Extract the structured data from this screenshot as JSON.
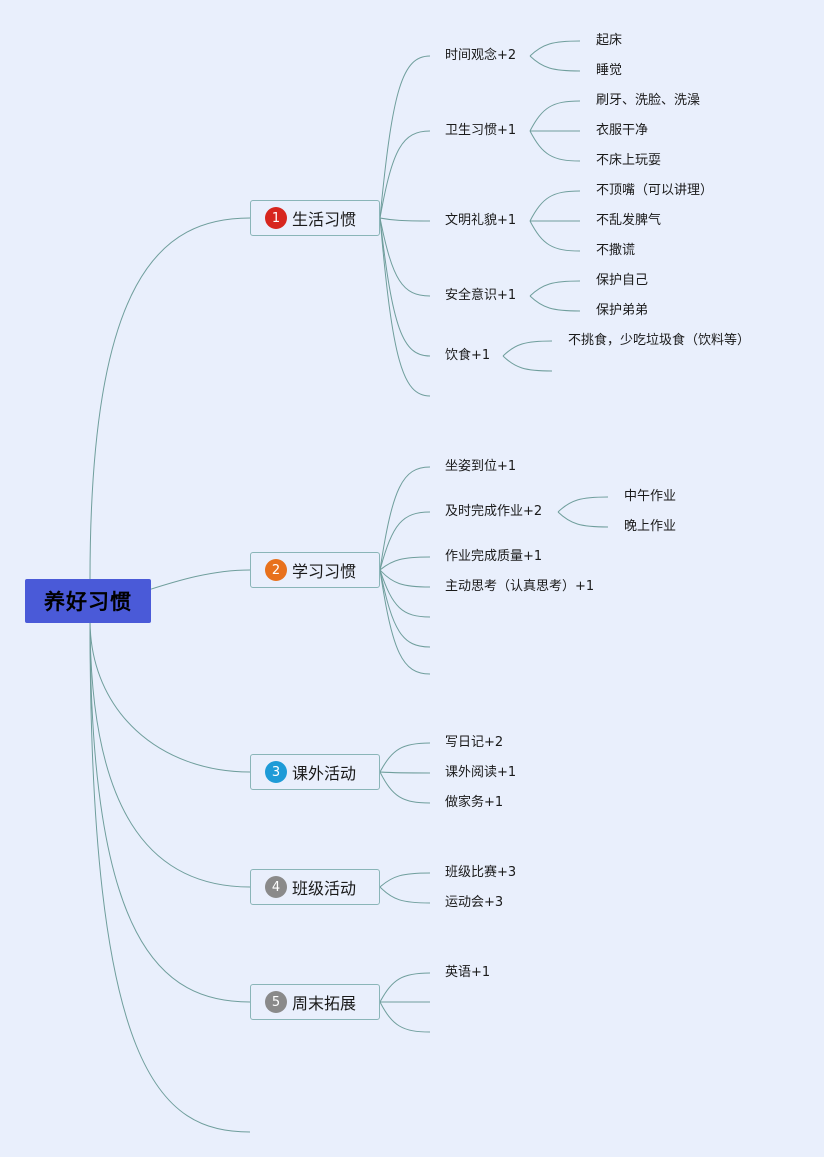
{
  "root": {
    "label": "养好习惯",
    "color": "#4a5ad8"
  },
  "line_color": "#6f9e9c",
  "branches": [
    {
      "number": "1",
      "badge_color": "#d7261e",
      "label": "生活习惯",
      "subs": [
        {
          "label": "时间观念+2",
          "children": [
            "起床",
            "睡觉"
          ]
        },
        {
          "label": "卫生习惯+1",
          "children": [
            "刷牙、洗脸、洗澡",
            "衣服干净",
            "不床上玩耍"
          ]
        },
        {
          "label": "文明礼貌+1",
          "children": [
            "不顶嘴（可以讲理）",
            "不乱发脾气",
            "不撒谎"
          ]
        },
        {
          "label": "安全意识+1",
          "children": [
            "保护自己",
            "保护弟弟"
          ]
        },
        {
          "label": "饮食+1",
          "children": [
            "不挑食，少吃垃圾食（饮料等）",
            ""
          ]
        },
        {
          "label": "",
          "children": []
        }
      ]
    },
    {
      "number": "2",
      "badge_color": "#e8711c",
      "label": "学习习惯",
      "subs": [
        {
          "label": "坐姿到位+1",
          "children": []
        },
        {
          "label": "及时完成作业+2",
          "children": [
            "中午作业",
            "晚上作业"
          ]
        },
        {
          "label": "作业完成质量+1",
          "children": []
        },
        {
          "label": "主动思考（认真思考）+1",
          "children": []
        },
        {
          "label": "",
          "children": []
        },
        {
          "label": "",
          "children": []
        },
        {
          "label": "",
          "children": []
        }
      ]
    },
    {
      "number": "3",
      "badge_color": "#1e9bd7",
      "label": "课外活动",
      "subs": [
        {
          "label": "写日记+2",
          "children": []
        },
        {
          "label": "课外阅读+1",
          "children": []
        },
        {
          "label": "做家务+1",
          "children": []
        }
      ]
    },
    {
      "number": "4",
      "badge_color": "#8a8a8a",
      "label": "班级活动",
      "subs": [
        {
          "label": "班级比赛+3",
          "children": []
        },
        {
          "label": "运动会+3",
          "children": []
        }
      ]
    },
    {
      "number": "5",
      "badge_color": "#8a8a8a",
      "label": "周末拓展",
      "subs": [
        {
          "label": "英语+1",
          "children": []
        },
        {
          "label": "",
          "children": []
        },
        {
          "label": "",
          "children": []
        }
      ]
    },
    {
      "number": "",
      "badge_color": "",
      "label": "",
      "subs": []
    }
  ]
}
